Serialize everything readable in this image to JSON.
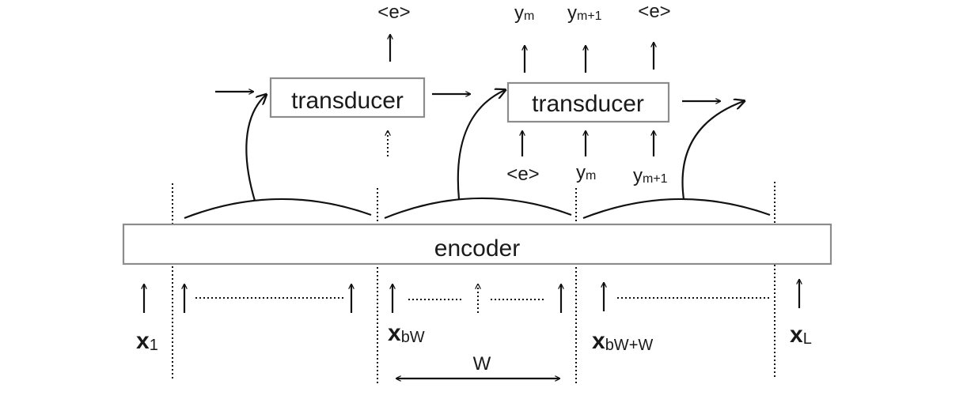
{
  "encoder": {
    "label": "encoder"
  },
  "transducers": [
    {
      "label": "transducer"
    },
    {
      "label": "transducer"
    }
  ],
  "block1_output": {
    "label": "<e>"
  },
  "block2_outputs": [
    {
      "main": "y",
      "sub": "m"
    },
    {
      "main": "y",
      "sub": "m+1"
    },
    {
      "main": "<e>",
      "sub": ""
    }
  ],
  "block2_inputs": [
    {
      "main": "<e>",
      "sub": ""
    },
    {
      "main": "y",
      "sub": "m"
    },
    {
      "main": "y",
      "sub": "m+1"
    }
  ],
  "inputs": [
    {
      "main": "x",
      "sub": "1"
    },
    {
      "main": "x",
      "sub": "bW"
    },
    {
      "main": "x",
      "sub": "bW+W"
    },
    {
      "main": "x",
      "sub": "L"
    }
  ],
  "window": {
    "label": "W"
  }
}
